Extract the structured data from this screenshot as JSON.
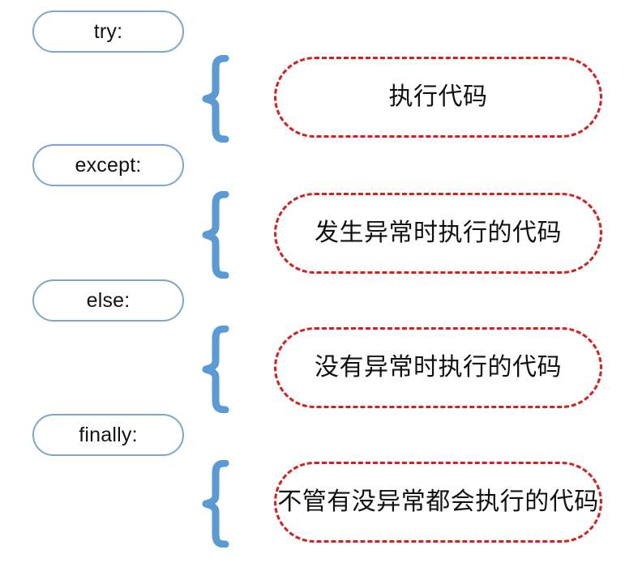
{
  "diagram": {
    "title": "Python try/except/else/finally structure",
    "colors": {
      "pill_border": "#7ba7d0",
      "brace": "#5b9bd5",
      "box_border": "#dd1c1c",
      "text": "#111111",
      "background": "#ffffff"
    },
    "rows": [
      {
        "keyword": "try:",
        "brace_icon": "left-curly-brace-icon",
        "code": "执行代码"
      },
      {
        "keyword": "except:",
        "brace_icon": "left-curly-brace-icon",
        "code": "发生异常时执行的代码"
      },
      {
        "keyword": "else:",
        "brace_icon": "left-curly-brace-icon",
        "code": "没有异常时执行的代码"
      },
      {
        "keyword": "finally:",
        "brace_icon": "left-curly-brace-icon",
        "code": "不管有没异常都会执行的代码"
      }
    ]
  }
}
